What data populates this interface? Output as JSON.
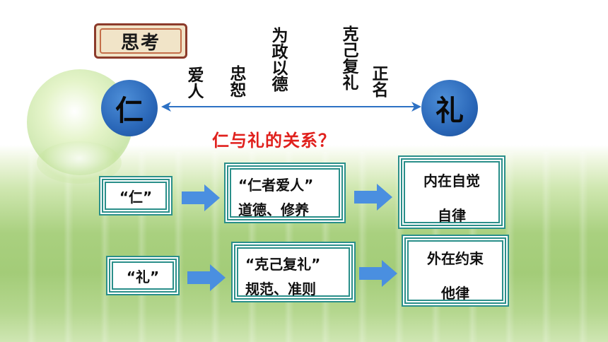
{
  "title": "思考",
  "ren": "仁",
  "li": "礼",
  "vertical_labels": [
    "爱人",
    "忠恕",
    "为政以德",
    "克己复礼",
    "正名"
  ],
  "question": "仁与礼的关系？",
  "row1": {
    "left": "“仁”",
    "mid_line1": "“仁者爱人”",
    "mid_line2": "道德、修养",
    "right_line1": "内在自觉",
    "right_line2": "自律"
  },
  "row2": {
    "left": "“礼”",
    "mid_line1": "“克己复礼”",
    "mid_line2": "规范、准则",
    "right_line1": "外在约束",
    "right_line2": "他律"
  },
  "colors": {
    "circle": "#2a67b8",
    "axis": "#2d71c4",
    "question": "#e0201c",
    "box_border": "#2a8f8a",
    "arrow": "#4a8fe0"
  }
}
